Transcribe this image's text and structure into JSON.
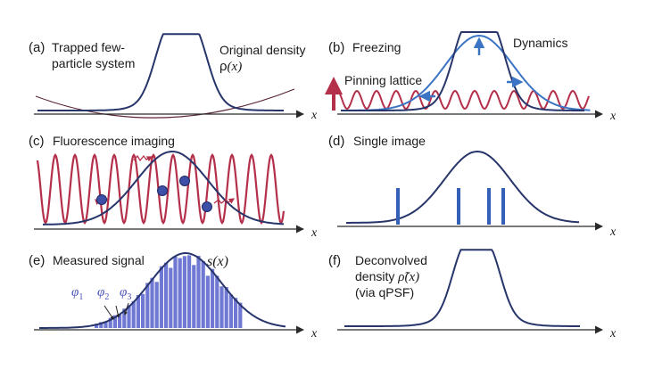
{
  "colors": {
    "curve": "#27356b",
    "lattice": "#b4304a",
    "dynamics": "#3b74c4",
    "bar": "#6f78d2",
    "marker": "#3560b8",
    "atom": "#3e4fa8",
    "axis": "#2a2a2a"
  },
  "panels": {
    "a": {
      "tag": "(a)",
      "label_line1": "Trapped few-",
      "label_line2": "particle system",
      "density_label": "Original density",
      "density_symbol": "ρ",
      "density_arg": "(x)",
      "axis_label": "x"
    },
    "b": {
      "tag": "(b)",
      "label": "Freezing",
      "dynamics_label": "Dynamics",
      "lattice_label": "Pinning lattice",
      "axis_label": "x"
    },
    "c": {
      "tag": "(c)",
      "label": "Fluorescence imaging",
      "axis_label": "x"
    },
    "d": {
      "tag": "(d)",
      "label": "Single image",
      "axis_label": "x"
    },
    "e": {
      "tag": "(e)",
      "label": "Measured signal",
      "signal_symbol": "s(x)",
      "phi": "φ",
      "phi_subs": [
        "1",
        "2",
        "3"
      ],
      "axis_label": "x"
    },
    "f": {
      "tag": "(f)",
      "label_line1": "Deconvolved",
      "label_line2_prefix": "density ",
      "label_line2_symbol": "ρ̃(x)",
      "label_line3": "(via qPSF)",
      "axis_label": "x"
    }
  }
}
